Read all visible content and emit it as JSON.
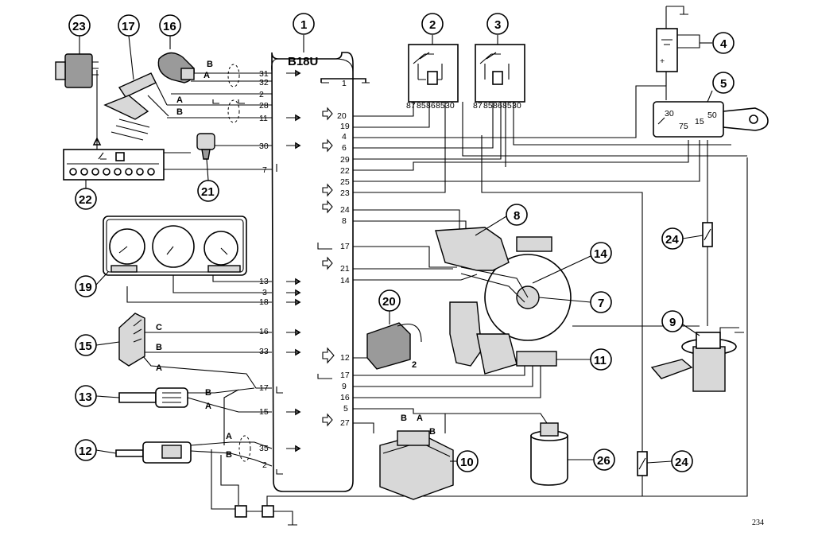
{
  "ecu": {
    "label": "B18U",
    "left_pins": [
      "31",
      "32",
      "2",
      "28",
      "11",
      "30",
      "7",
      "13",
      "3",
      "18",
      "16",
      "33",
      "17",
      "15",
      "35",
      "2"
    ],
    "right_pins": [
      "1",
      "20",
      "19",
      "4",
      "6",
      "29",
      "22",
      "25",
      "23",
      "24",
      "8",
      "17",
      "21",
      "14",
      "12",
      "17",
      "9",
      "16",
      "5",
      "27"
    ]
  },
  "wire_labels": {
    "b1": "B",
    "a1": "A",
    "a2": "A",
    "b2": "B",
    "c15": "C",
    "b15": "B",
    "a15": "A",
    "b13": "B",
    "a13": "A",
    "a12": "A",
    "b12": "B",
    "b10": "B",
    "a10": "A",
    "b10b": "B",
    "pin20_2": "2"
  },
  "relay_pins": [
    "87",
    "85",
    "86",
    "85",
    "30"
  ],
  "ignition_switch": {
    "t30": "30",
    "t75": "75",
    "t15": "15",
    "t50": "50"
  },
  "battery": {
    "plus": "+",
    "minus": "−"
  },
  "callouts": [
    {
      "n": "1"
    },
    {
      "n": "2"
    },
    {
      "n": "3"
    },
    {
      "n": "4"
    },
    {
      "n": "5"
    },
    {
      "n": "16"
    },
    {
      "n": "17"
    },
    {
      "n": "23"
    },
    {
      "n": "22"
    },
    {
      "n": "21"
    },
    {
      "n": "19"
    },
    {
      "n": "15"
    },
    {
      "n": "13"
    },
    {
      "n": "12"
    },
    {
      "n": "8"
    },
    {
      "n": "14"
    },
    {
      "n": "7"
    },
    {
      "n": "20"
    },
    {
      "n": "11"
    },
    {
      "n": "10"
    },
    {
      "n": "26"
    },
    {
      "n": "24"
    },
    {
      "n": "24"
    },
    {
      "n": "9"
    }
  ],
  "page_number": "234"
}
